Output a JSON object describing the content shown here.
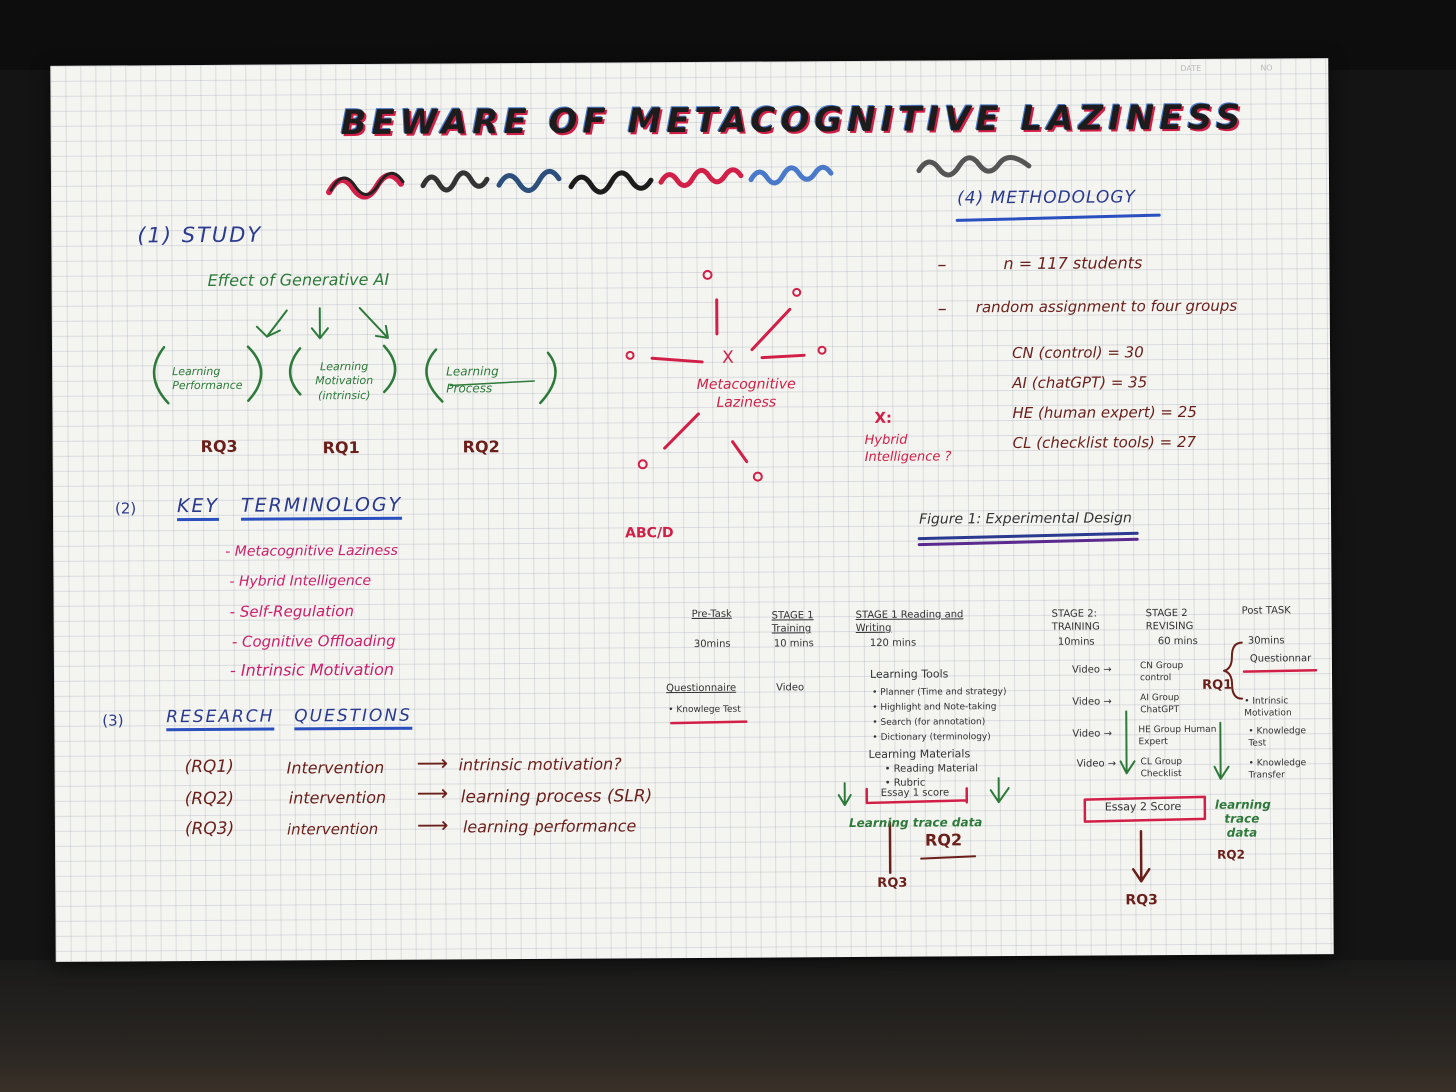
{
  "title": "BEWARE OF METACOGNITIVE LAZINESS",
  "corner_labels": {
    "date": "DATE",
    "no": "NO"
  },
  "study": {
    "heading": "(1) STUDY",
    "root": "Effect of Generative AI",
    "nodes": [
      {
        "label": "Learning Performance",
        "rq": "RQ3"
      },
      {
        "label": "Learning Motivation (intrinsic)",
        "rq": "RQ1"
      },
      {
        "label": "Learning Process",
        "rq": "RQ2"
      }
    ]
  },
  "center": {
    "mark": "X",
    "label": "Metacognitive Laziness",
    "hybrid_mark": "X:",
    "hybrid_label": "Hybrid Intelligence ?",
    "abc": "ABC/D"
  },
  "terminology": {
    "number": "(2)",
    "heading_a": "KEY",
    "heading_b": "TERMINOLOGY",
    "items": [
      "Metacognitive Laziness",
      "Hybrid Intelligence",
      "Self-Regulation",
      "Cognitive Offloading",
      "Intrinsic Motivation"
    ]
  },
  "research": {
    "number": "(3)",
    "heading_a": "RESEARCH",
    "heading_b": "QUESTIONS",
    "questions": [
      {
        "id": "(RQ1)",
        "from": "Intervention",
        "to": "intrinsic motivation?"
      },
      {
        "id": "(RQ2)",
        "from": "intervention",
        "to": "learning process (SLR)"
      },
      {
        "id": "(RQ3)",
        "from": "intervention",
        "to": "learning performance"
      }
    ]
  },
  "methodology": {
    "heading": "(4) METHODOLOGY",
    "bullets": [
      "n = 117 students",
      "random assignment to four groups"
    ],
    "groups": [
      "CN (control) = 30",
      "AI (chatGPT) = 35",
      "HE (human expert) = 25",
      "CL (checklist tools) = 27"
    ]
  },
  "figure": {
    "title": "Figure 1: Experimental Design",
    "stages": [
      {
        "name": "Pre-Task",
        "duration": "30mins"
      },
      {
        "name": "STAGE 1 Training",
        "duration": "10 mins"
      },
      {
        "name": "STAGE 1 Reading and Writing",
        "duration": "120 mins"
      },
      {
        "name": "STAGE 2: TRAINING",
        "duration": "10mins"
      },
      {
        "name": "STAGE 2 REVISING",
        "duration": "60 mins"
      },
      {
        "name": "Post TASK",
        "duration": "30mins"
      }
    ],
    "pretask_items": [
      "Questionnaire",
      "Knowlege Test"
    ],
    "training_item": "Video",
    "tools_heading": "Learning Tools",
    "tools": [
      "Planner (Time and strategy)",
      "Highlight and Note-taking",
      "Search (for annotation)",
      "Dictionary (terminology)"
    ],
    "materials_heading": "Learning Materials",
    "materials": [
      "Reading Material",
      "Rubric"
    ],
    "essay1": "Essay 1 score",
    "trace1": "Learning trace data",
    "rq2": "RQ2",
    "rq3_a": "RQ3",
    "videos": [
      "Video",
      "Video",
      "Video",
      "Video"
    ],
    "groups": [
      "CN Group control",
      "AI Group ChatGPT",
      "HE Group Human Expert",
      "CL Group Checklist"
    ],
    "rq1": "RQ1",
    "post_items": [
      "Questionnar",
      "Intrinsic Motivation",
      "Knowledge Test",
      "Knowledge Transfer"
    ],
    "essay2": "Essay 2 Score",
    "trace2": "learning trace data",
    "rq2_b": "RQ2",
    "rq3_b": "RQ3"
  }
}
